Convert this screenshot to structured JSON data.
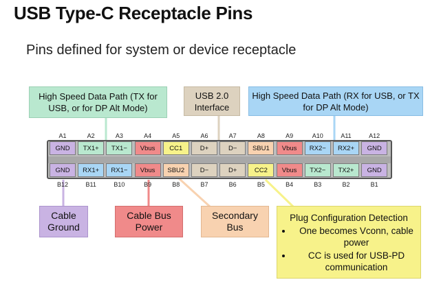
{
  "title": "USB Type-C Receptacle Pins",
  "subtitle": "Pins defined for system or device receptacle",
  "callouts": {
    "hs_tx": "High Speed Data Path (TX for USB, or for DP Alt Mode)",
    "usb2": "USB 2.0 Interface",
    "hs_rx": "High Speed Data Path (RX for USB, or TX for DP Alt Mode)",
    "cable_ground": "Cable Ground",
    "cable_bus_power": "Cable Bus Power",
    "secondary_bus": "Secondary Bus",
    "plug_config": {
      "title": "Plug Configuration Detection",
      "bullets": [
        "One becomes Vconn, cable power",
        "CC is used for USB-PD communication"
      ]
    }
  },
  "row_a_labels": [
    "A1",
    "A2",
    "A3",
    "A4",
    "A5",
    "A6",
    "A7",
    "A8",
    "A9",
    "A10",
    "A11",
    "A12"
  ],
  "row_a_pins": [
    "GND",
    "TX1+",
    "TX1−",
    "Vbus",
    "CC1",
    "D+",
    "D−",
    "SBU1",
    "Vbus",
    "RX2−",
    "RX2+",
    "GND"
  ],
  "row_b_labels": [
    "B12",
    "B11",
    "B10",
    "B9",
    "B8",
    "B7",
    "B6",
    "B5",
    "B4",
    "B3",
    "B2",
    "B1"
  ],
  "row_b_pins": [
    "GND",
    "RX1+",
    "RX1−",
    "Vbus",
    "SBU2",
    "D−",
    "D+",
    "CC2",
    "Vbus",
    "TX2−",
    "TX2+",
    "GND"
  ],
  "colors": {
    "gnd": "#c9b3e3",
    "tx_group": "#b9e8cf",
    "rx_group": "#a9d6f5",
    "vbus": "#f08a8a",
    "cc": "#f7f28a",
    "usb2": "#ddd2bf",
    "sbu": "#f8d2b0",
    "connector": "#bdbdbd",
    "connector_border": "#555555"
  }
}
